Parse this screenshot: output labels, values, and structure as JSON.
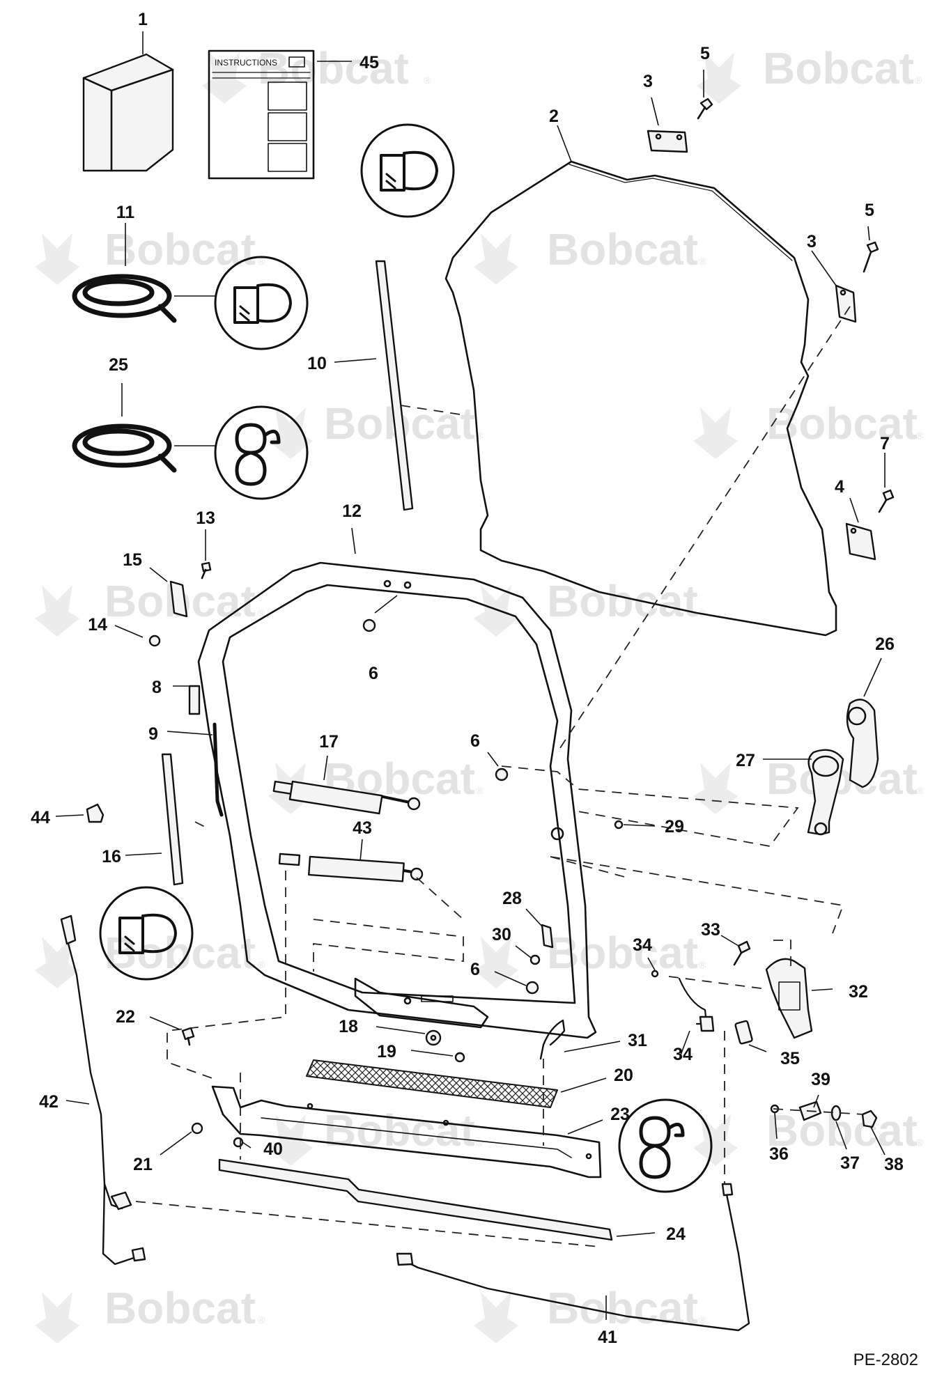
{
  "watermark": {
    "brand": "Bobcat",
    "reg_mark": "®",
    "accent_color": "#e3e3e3"
  },
  "document": {
    "instructions_label": "INSTRUCTIONS",
    "drawing_code": "PE-2802"
  },
  "icons": [
    "seal-profile-icon",
    "clip-profile-icon"
  ],
  "callouts": [
    {
      "id": "c1",
      "text": "1"
    },
    {
      "id": "c45",
      "text": "45"
    },
    {
      "id": "c2",
      "text": "2"
    },
    {
      "id": "c3a",
      "text": "3"
    },
    {
      "id": "c5a",
      "text": "5"
    },
    {
      "id": "c3b",
      "text": "3"
    },
    {
      "id": "c5b",
      "text": "5"
    },
    {
      "id": "c11",
      "text": "11"
    },
    {
      "id": "c10",
      "text": "10"
    },
    {
      "id": "c25",
      "text": "25"
    },
    {
      "id": "c7",
      "text": "7"
    },
    {
      "id": "c4",
      "text": "4"
    },
    {
      "id": "c12",
      "text": "12"
    },
    {
      "id": "c13",
      "text": "13"
    },
    {
      "id": "c15",
      "text": "15"
    },
    {
      "id": "c14",
      "text": "14"
    },
    {
      "id": "c6a",
      "text": "6"
    },
    {
      "id": "c8",
      "text": "8"
    },
    {
      "id": "c26",
      "text": "26"
    },
    {
      "id": "c9",
      "text": "9"
    },
    {
      "id": "c17",
      "text": "17"
    },
    {
      "id": "c6b",
      "text": "6"
    },
    {
      "id": "c27",
      "text": "27"
    },
    {
      "id": "c44",
      "text": "44"
    },
    {
      "id": "c16",
      "text": "16"
    },
    {
      "id": "c43",
      "text": "43"
    },
    {
      "id": "c29",
      "text": "29"
    },
    {
      "id": "c28",
      "text": "28"
    },
    {
      "id": "c30",
      "text": "30"
    },
    {
      "id": "c33",
      "text": "33"
    },
    {
      "id": "c34a",
      "text": "34"
    },
    {
      "id": "c6c",
      "text": "6"
    },
    {
      "id": "c32",
      "text": "32"
    },
    {
      "id": "c22",
      "text": "22"
    },
    {
      "id": "c18",
      "text": "18"
    },
    {
      "id": "c31",
      "text": "31"
    },
    {
      "id": "c34b",
      "text": "34"
    },
    {
      "id": "c19",
      "text": "19"
    },
    {
      "id": "c35",
      "text": "35"
    },
    {
      "id": "c20",
      "text": "20"
    },
    {
      "id": "c42",
      "text": "42"
    },
    {
      "id": "c39",
      "text": "39"
    },
    {
      "id": "c23",
      "text": "23"
    },
    {
      "id": "c21",
      "text": "21"
    },
    {
      "id": "c40",
      "text": "40"
    },
    {
      "id": "c36",
      "text": "36"
    },
    {
      "id": "c37",
      "text": "37"
    },
    {
      "id": "c38",
      "text": "38"
    },
    {
      "id": "c24",
      "text": "24"
    },
    {
      "id": "c41",
      "text": "41"
    }
  ]
}
